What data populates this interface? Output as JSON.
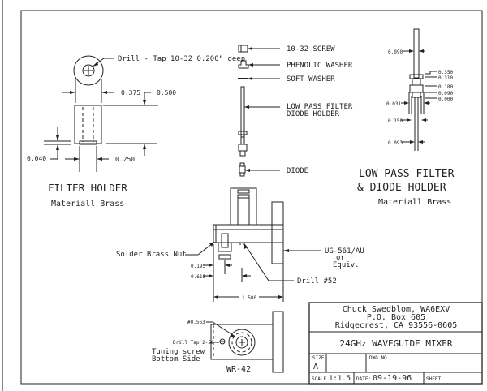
{
  "drawing": {
    "filter_holder": {
      "title": "FILTER HOLDER",
      "material": "Materiall Brass",
      "drill_note": "Drill - Tap 10-32 0.200\" deep",
      "dim_width": "0.375",
      "dim_height": "0.500",
      "dim_lip": "0.040",
      "dim_bore": "0.250"
    },
    "parts_stack": {
      "screw": "10-32 SCREW",
      "phenolic_washer": "PHENOLIC WASHER",
      "soft_washer": "SOFT WASHER",
      "lpf_line1": "LOW PASS FILTER",
      "lpf_line2": "DIODE HOLDER",
      "diode": "DIODE"
    },
    "lpf_holder": {
      "title_line1": "LOW PASS FILTER",
      "title_line2": "& DIODE HOLDER",
      "material": "Materiall Brass",
      "dims": {
        "shaft": "0.090",
        "d350": "0.350",
        "d310": "0.310",
        "d180": "0.180",
        "d090": "0.090",
        "d000": "0.000",
        "d031": "0.031",
        "d150": "0.150",
        "d093": "0.093"
      }
    },
    "mixer_assembly": {
      "solder_nut": "Solder Brass Nut",
      "flange_line1": "UG-561/AU",
      "flange_line2": "or",
      "flange_line3": "Equiv.",
      "drill": "Drill #52",
      "dim_193": "0.193",
      "dim_618": "0.618",
      "dim_1500": "1.500"
    },
    "bottom_view": {
      "hole_dim": "#0.563",
      "drill_tap": "Drill Tap 2-56",
      "tuning_line1": "Tuning screw",
      "tuning_line2": "Bottom Side",
      "waveguide": "WR-42"
    },
    "title_block": {
      "author": "Chuck Swedblom, WA6EXV",
      "address1": "P.O. Box 605",
      "address2": "Ridgecrest, CA 93556-0605",
      "title": "24GHz WAVEGUIDE MIXER",
      "size_label": "SIZE",
      "size_value": "A",
      "dwg_label": "DWG NO.",
      "scale_label": "SCALE",
      "scale_value": "1:1.5",
      "date_label": "DATE:",
      "date_value": "09-19-96",
      "sheet_label": "SHEET"
    }
  }
}
